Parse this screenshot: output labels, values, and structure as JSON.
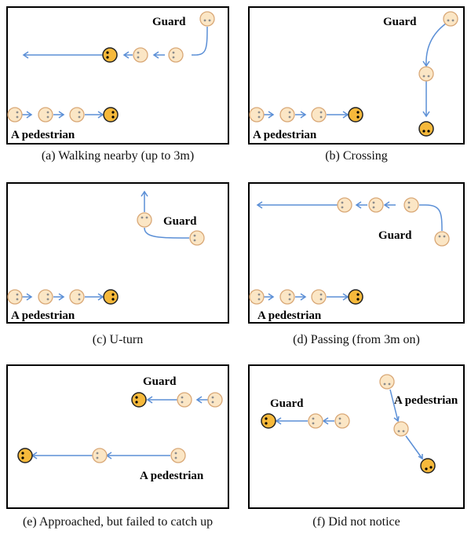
{
  "colors": {
    "ghost_fill": "#fbe6c5",
    "ghost_stroke": "#d9a877",
    "current_fill": "#f6b93b",
    "current_stroke": "#222222",
    "arrow": "#5b8fd6",
    "frame": "#000000"
  },
  "labels": {
    "guard": "Guard",
    "pedestrian": "A pedestrian"
  },
  "panels": [
    {
      "id": "a",
      "caption": "(a) Walking nearby (up to 3m)"
    },
    {
      "id": "b",
      "caption": "(b) Crossing"
    },
    {
      "id": "c",
      "caption": "(c) U-turn"
    },
    {
      "id": "d",
      "caption": "(d) Passing (from 3m on)"
    },
    {
      "id": "e",
      "caption": "(e) Approached, but failed to catch up"
    },
    {
      "id": "f",
      "caption": "(f) Did not notice"
    }
  ]
}
